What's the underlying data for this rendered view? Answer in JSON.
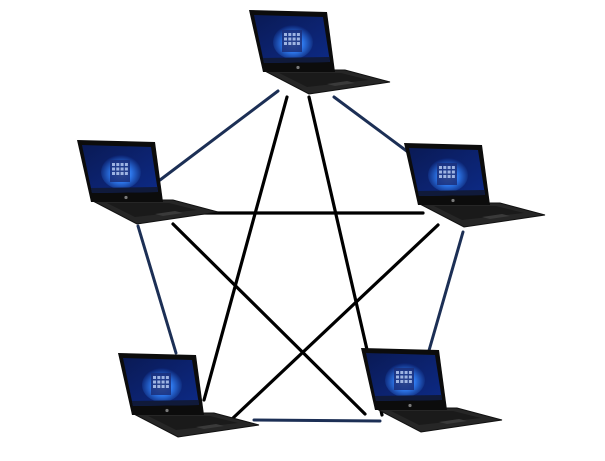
{
  "diagram": {
    "type": "full-mesh-network",
    "node_count": 5,
    "node_kind": "laptop",
    "nodes": [
      {
        "id": "n1",
        "name": "laptop-top"
      },
      {
        "id": "n2",
        "name": "laptop-right"
      },
      {
        "id": "n3",
        "name": "laptop-bottom-right"
      },
      {
        "id": "n4",
        "name": "laptop-bottom-left"
      },
      {
        "id": "n5",
        "name": "laptop-left"
      }
    ],
    "edges": [
      {
        "from": "n1",
        "to": "n2",
        "kind": "ring"
      },
      {
        "from": "n2",
        "to": "n3",
        "kind": "ring"
      },
      {
        "from": "n3",
        "to": "n4",
        "kind": "ring"
      },
      {
        "from": "n4",
        "to": "n5",
        "kind": "ring"
      },
      {
        "from": "n5",
        "to": "n1",
        "kind": "ring"
      },
      {
        "from": "n1",
        "to": "n3",
        "kind": "cross"
      },
      {
        "from": "n1",
        "to": "n4",
        "kind": "cross"
      },
      {
        "from": "n2",
        "to": "n4",
        "kind": "cross"
      },
      {
        "from": "n2",
        "to": "n5",
        "kind": "cross"
      },
      {
        "from": "n3",
        "to": "n5",
        "kind": "cross"
      }
    ],
    "colors": {
      "ring_edge": "#1c2f55",
      "cross_edge": "#000000",
      "laptop_body": "#262626",
      "laptop_bezel": "#0c0c0c",
      "screen_bg": "#0a1f6b",
      "screen_glow": "#2f7cf2",
      "taskbar": "#101a3a"
    }
  }
}
